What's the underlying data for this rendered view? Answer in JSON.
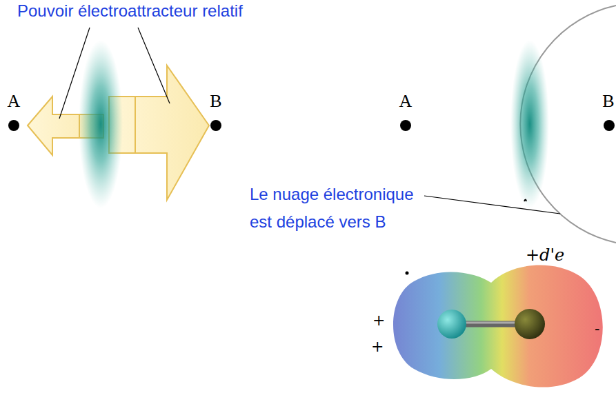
{
  "diagram": {
    "labels": [
      "Pouvoir électroattracteur relatif",
      "A",
      "B",
      "A",
      "B",
      "Le nuage électronique est déplacé vers B",
      "+d'e",
      "+",
      "+",
      "-"
    ]
  }
}
